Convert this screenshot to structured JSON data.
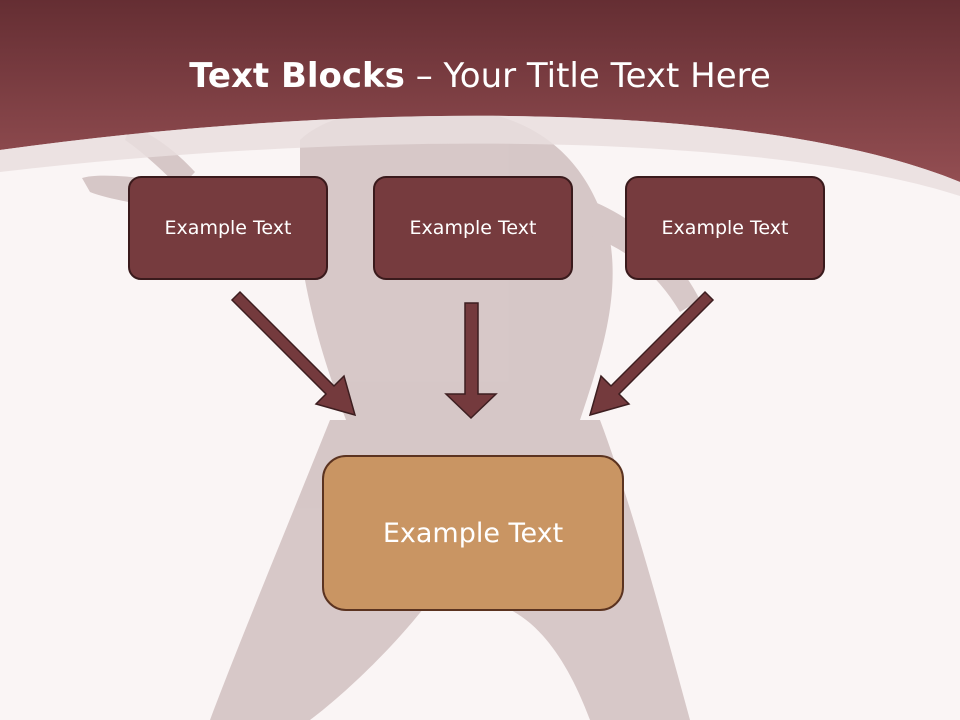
{
  "slide": {
    "title_bold": "Text Blocks",
    "title_dash": " – ",
    "title_rest": "Your Title Text Here",
    "top_boxes": [
      {
        "label": "Example Text"
      },
      {
        "label": "Example Text"
      },
      {
        "label": "Example Text"
      }
    ],
    "bottom_box": {
      "label": "Example Text"
    }
  },
  "colors": {
    "header": "#8a484c",
    "small_box_fill": "#763b3e",
    "small_box_border": "#3a1a1c",
    "big_box_fill": "#c99563",
    "big_box_border": "#5b3320",
    "arrow_fill": "#743a3d",
    "arrow_border": "#3d1e20",
    "background": "#faf5f5"
  }
}
